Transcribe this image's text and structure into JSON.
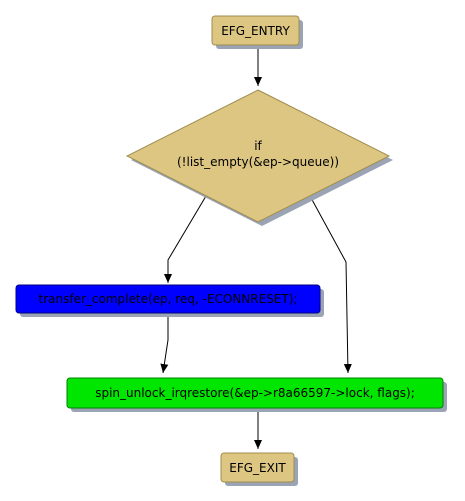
{
  "colors": {
    "terminal_fill": "#dcc682",
    "terminal_stroke": "#a08c50",
    "decision_fill": "#dcc682",
    "decision_stroke": "#a08c50",
    "action_blue": "#0000ff",
    "action_green": "#00e600",
    "shadow": "#9aa4b4",
    "edge": "#000000",
    "text": "#000000"
  },
  "nodes": {
    "entry": {
      "label": "EFG_ENTRY",
      "kind": "terminal"
    },
    "decision": {
      "line1": "if",
      "line2": "(!list_empty(&ep->queue))",
      "kind": "decision"
    },
    "transfer": {
      "label": "transfer_complete(ep, req, -ECONNRESET);",
      "kind": "action"
    },
    "unlock": {
      "label": "spin_unlock_irqrestore(&ep->r8a66597->lock, flags);",
      "kind": "action"
    },
    "exit": {
      "label": "EFG_EXIT",
      "kind": "terminal"
    }
  },
  "edges": [
    {
      "from": "entry",
      "to": "decision"
    },
    {
      "from": "decision",
      "to": "transfer"
    },
    {
      "from": "decision",
      "to": "unlock"
    },
    {
      "from": "transfer",
      "to": "unlock"
    },
    {
      "from": "unlock",
      "to": "exit"
    }
  ]
}
